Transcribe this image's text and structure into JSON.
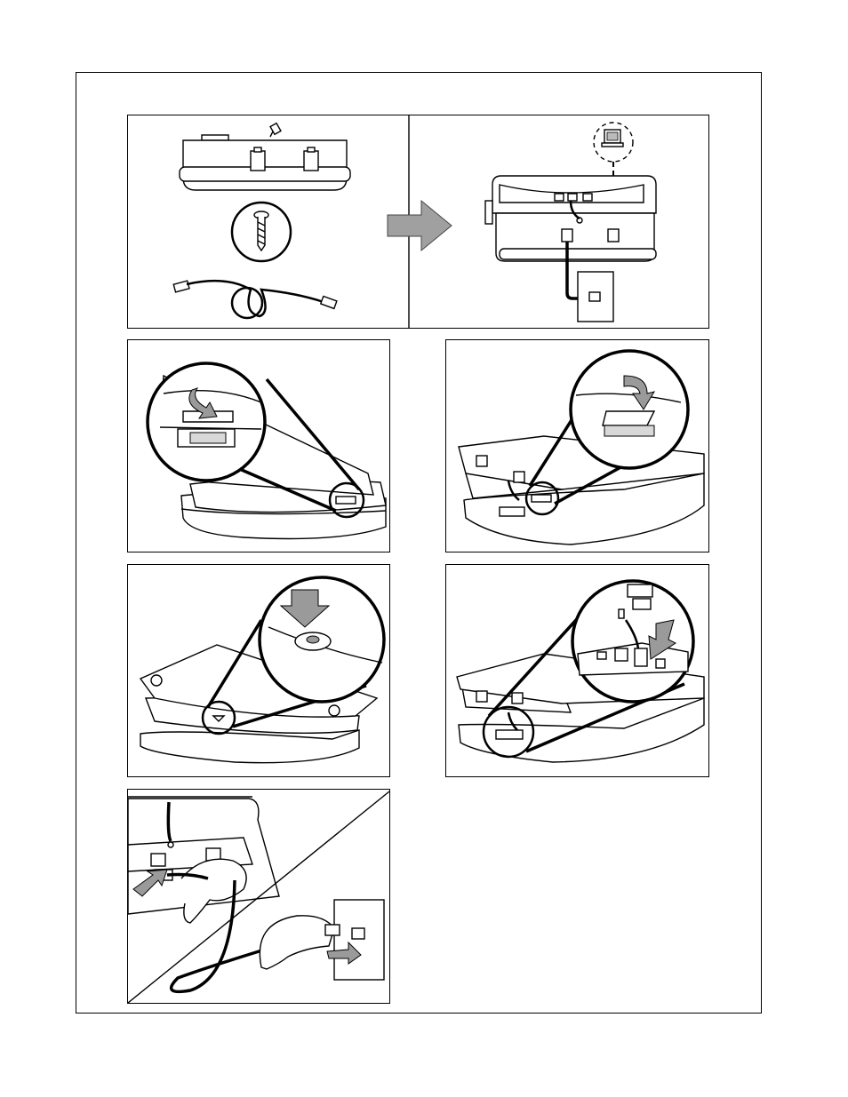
{
  "figure": {
    "panels": [
      {
        "id": "overview",
        "caption": ""
      },
      {
        "id": "step-release-tab",
        "caption": ""
      },
      {
        "id": "step-press-tab",
        "caption": ""
      },
      {
        "id": "step-insert-screw",
        "caption": ""
      },
      {
        "id": "step-connect-cord",
        "caption": ""
      },
      {
        "id": "step-wall-jack",
        "caption": ""
      }
    ]
  }
}
